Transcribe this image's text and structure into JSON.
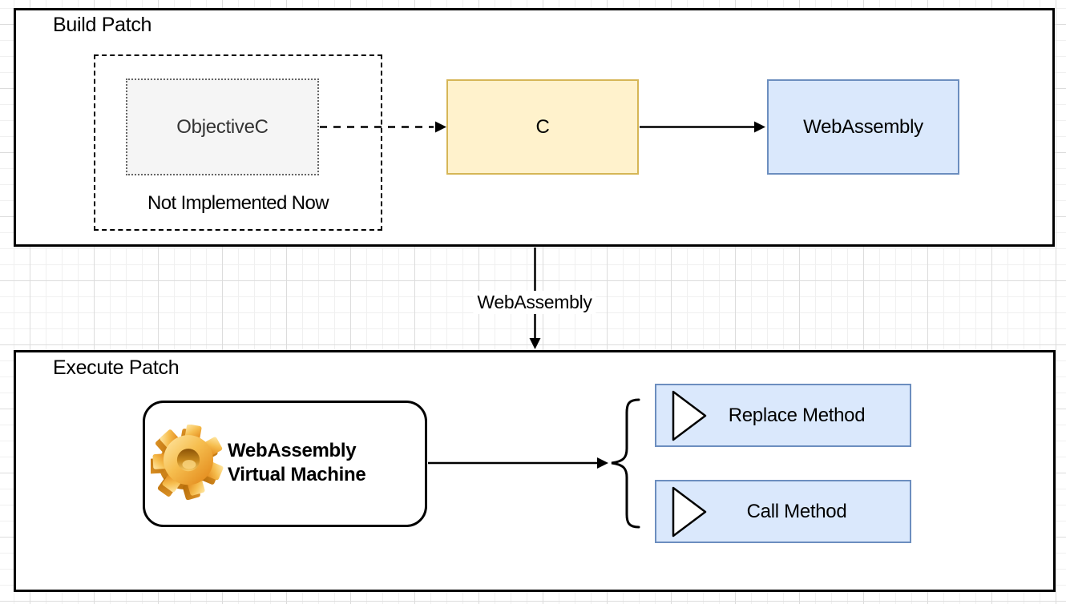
{
  "diagram": {
    "build_patch": {
      "title": "Build Patch",
      "objectivec_label": "ObjectiveC",
      "note": "Not Implemented Now",
      "c_label": "C",
      "webassembly_label": "WebAssembly"
    },
    "flow_label": "WebAssembly",
    "execute_patch": {
      "title": "Execute Patch",
      "vm_line1": "WebAssembly",
      "vm_line2": "Virtual Machine",
      "replace_label": "Replace Method",
      "call_label": "Call Method"
    },
    "colors": {
      "c_box_fill": "#FFF2CC",
      "c_box_stroke": "#D6B656",
      "blue_box_fill": "#DAE8FC",
      "blue_box_stroke": "#6C8EBF",
      "objc_box_fill": "#F5F5F5",
      "objc_box_stroke": "#666666",
      "objc_text": "#333333",
      "gear_gold": "#F2A33C",
      "line_color": "#000000"
    },
    "icons": {
      "gear": "gear-icon",
      "play_replace": "play-icon",
      "play_call": "play-icon"
    }
  }
}
